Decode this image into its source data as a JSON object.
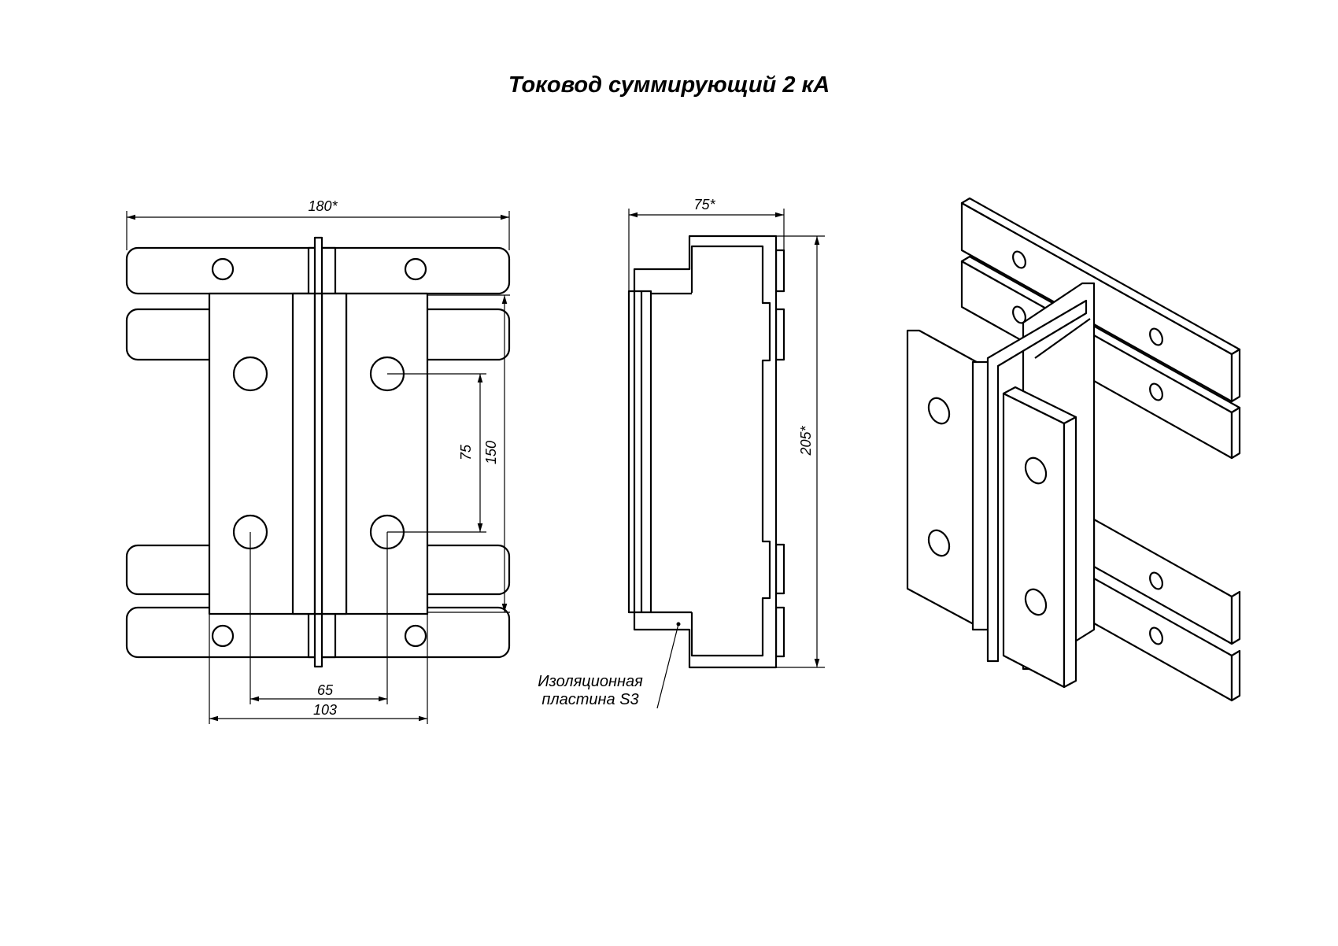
{
  "title": "Токовод суммирующий 2 кА",
  "dimensions": {
    "width_overall": "180*",
    "depth_overall": "75*",
    "height_overall": "205*",
    "hole_spacing_vertical": "75",
    "bar_spacing_vertical": "150",
    "hole_spacing_horizontal": "65",
    "plate_width": "103"
  },
  "callout": {
    "line1": "Изоляционная",
    "line2": "пластина S3"
  }
}
